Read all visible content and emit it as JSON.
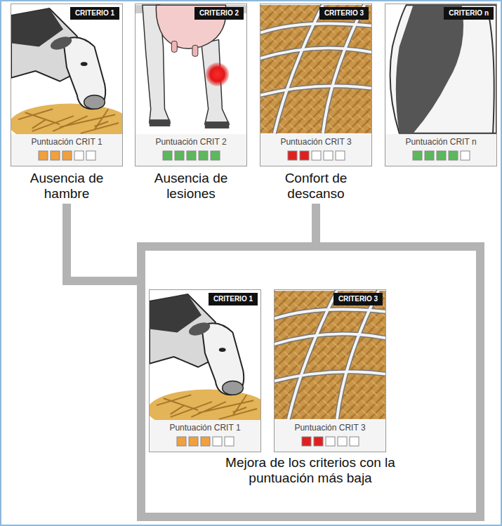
{
  "diagram": {
    "nodes": [
      {
        "text": [
          "CRITERIO 1",
          "Puntuación CRIT 1",
          "Ausencia de hambre"
        ]
      },
      {
        "text": [
          "CRITERIO 2",
          "Puntuación CRIT 2",
          "Ausencia de lesiones"
        ]
      },
      {
        "text": [
          "CRITERIO 3",
          "Puntuación CRIT 3",
          "Confort de descanso"
        ]
      },
      {
        "text": [
          "CRITERIO n",
          "Puntuación CRIT n"
        ]
      },
      {
        "text": [
          "Mejora de los criterios con la puntuación más baja"
        ]
      },
      {
        "text": [
          "CRITERIO 1",
          "Puntuación CRIT 1"
        ],
        "in": 4
      },
      {
        "text": [
          "CRITERIO 3",
          "Puntuación CRIT 3"
        ],
        "in": 4
      }
    ],
    "edges": [
      {
        "from": 0,
        "to": 4,
        "arrow": "none"
      },
      {
        "from": 2,
        "to": 4,
        "arrow": "none"
      }
    ]
  }
}
